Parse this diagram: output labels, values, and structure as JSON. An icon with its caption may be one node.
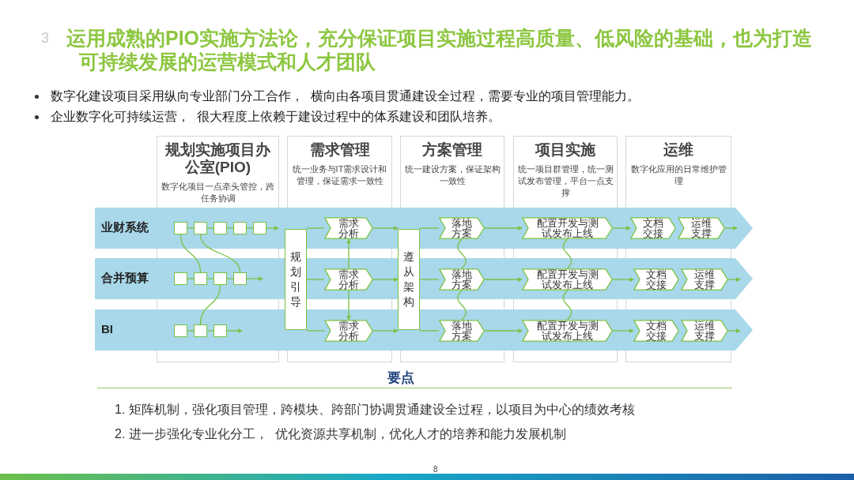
{
  "diagram": {
    "title": "运用成熟的PIO实施方法论，充分保证项目实施过程高质量、低风险的基础，也为打造可持续发展的运营模式和人才团队",
    "nodes": [
      {
        "text": [
          "规划实施项目办公室(PIO)",
          "数字化项目一点牵头管控，跨任务协调"
        ]
      },
      {
        "text": [
          "需求管理",
          "统一业务与IT需求设计和管理，保证需求一致性"
        ]
      },
      {
        "text": [
          "方案管理",
          "统一建设方案，保证架构一致性"
        ]
      },
      {
        "text": [
          "项目实施",
          "统一项目群管理，统一测试发布管理，平台一点支撑"
        ]
      },
      {
        "text": [
          "运维",
          "数字化应用的日常维护管理"
        ]
      },
      {
        "text": [
          "业财系统"
        ]
      },
      {
        "text": [],
        "shape": "box",
        "in": 5
      },
      {
        "text": [],
        "shape": "box",
        "in": 5
      },
      {
        "text": [],
        "shape": "box",
        "in": 5
      },
      {
        "text": [],
        "shape": "box",
        "in": 5
      },
      {
        "text": [],
        "shape": "box",
        "in": 5
      },
      {
        "text": [
          "合并预算"
        ]
      },
      {
        "text": [],
        "shape": "box",
        "in": 11
      },
      {
        "text": [],
        "shape": "box",
        "in": 11
      },
      {
        "text": [],
        "shape": "box",
        "in": 11
      },
      {
        "text": [],
        "shape": "box",
        "in": 11
      },
      {
        "text": [
          "BI"
        ]
      },
      {
        "text": [],
        "shape": "box",
        "in": 16
      },
      {
        "text": [],
        "shape": "box",
        "in": 16
      },
      {
        "text": [],
        "shape": "box",
        "in": 16
      },
      {
        "text": [
          "规划引导"
        ]
      },
      {
        "text": [
          "需求分析"
        ],
        "in": 5
      },
      {
        "text": [
          "需求分析"
        ],
        "in": 11
      },
      {
        "text": [
          "需求分析"
        ],
        "in": 16
      },
      {
        "text": [
          "遵从架构"
        ]
      },
      {
        "text": [
          "落地方案"
        ],
        "in": 5
      },
      {
        "text": [
          "落地方案"
        ],
        "in": 11
      },
      {
        "text": [
          "落地方案"
        ],
        "in": 16
      },
      {
        "text": [
          "配置开发与测试发布上线"
        ],
        "in": 5
      },
      {
        "text": [
          "配置开发与测试发布上线"
        ],
        "in": 11
      },
      {
        "text": [
          "配置开发与测试发布上线"
        ],
        "in": 16
      },
      {
        "text": [
          "文档交接"
        ],
        "in": 5
      },
      {
        "text": [
          "文档交接"
        ],
        "in": 11
      },
      {
        "text": [
          "文档交接"
        ],
        "in": 16
      },
      {
        "text": [
          "运维支撑"
        ],
        "in": 5
      },
      {
        "text": [
          "运维支撑"
        ],
        "in": 11
      },
      {
        "text": [
          "运维支撑"
        ],
        "in": 16
      }
    ],
    "edges": [
      {
        "from": 6,
        "to": 7,
        "arrow": "none"
      },
      {
        "from": 7,
        "to": 8,
        "arrow": "none"
      },
      {
        "from": 8,
        "to": 9,
        "arrow": "none"
      },
      {
        "from": 9,
        "to": 10,
        "arrow": "none"
      },
      {
        "from": 10,
        "to": null,
        "arrow": "to"
      },
      {
        "from": 12,
        "to": 13,
        "arrow": "none"
      },
      {
        "from": 13,
        "to": 14,
        "arrow": "none"
      },
      {
        "from": 14,
        "to": 15,
        "arrow": "none"
      },
      {
        "from": 15,
        "to": null,
        "arrow": "to"
      },
      {
        "from": 17,
        "to": 18,
        "arrow": "none"
      },
      {
        "from": 18,
        "to": 19,
        "arrow": "none"
      },
      {
        "from": 19,
        "to": null,
        "arrow": "to"
      },
      {
        "from": 6,
        "to": 13,
        "arrow": "none"
      },
      {
        "from": 7,
        "to": 15,
        "arrow": "none"
      },
      {
        "from": 14,
        "to": 18,
        "arrow": "none"
      },
      {
        "from": 20,
        "to": 21,
        "arrow": "none"
      },
      {
        "from": 20,
        "to": 22,
        "arrow": "none"
      },
      {
        "from": 20,
        "to": 23,
        "arrow": "none"
      },
      {
        "from": 22,
        "to": 21,
        "arrow": "to"
      },
      {
        "from": 22,
        "to": 23,
        "arrow": "to"
      },
      {
        "from": 21,
        "to": 24,
        "arrow": "to"
      },
      {
        "from": 22,
        "to": 24,
        "arrow": "to"
      },
      {
        "from": 23,
        "to": 24,
        "arrow": "to"
      },
      {
        "from": 24,
        "to": 25,
        "arrow": "none"
      },
      {
        "from": 24,
        "to": 26,
        "arrow": "none"
      },
      {
        "from": 24,
        "to": 27,
        "arrow": "none"
      },
      {
        "from": 25,
        "to": 26,
        "arrow": "none"
      },
      {
        "from": 26,
        "to": 27,
        "arrow": "none"
      },
      {
        "from": 25,
        "to": 28,
        "arrow": "to"
      },
      {
        "from": 26,
        "to": 29,
        "arrow": "to"
      },
      {
        "from": 27,
        "to": 30,
        "arrow": "to"
      },
      {
        "from": 28,
        "to": 29,
        "arrow": "none"
      },
      {
        "from": 29,
        "to": 30,
        "arrow": "none"
      },
      {
        "from": 28,
        "to": 31,
        "arrow": "to"
      },
      {
        "from": 29,
        "to": 32,
        "arrow": "to"
      },
      {
        "from": 30,
        "to": 33,
        "arrow": "to"
      },
      {
        "from": 34,
        "to": null,
        "arrow": "to"
      },
      {
        "from": 35,
        "to": null,
        "arrow": "to"
      },
      {
        "from": 36,
        "to": null,
        "arrow": "to"
      }
    ],
    "labels": [
      "3",
      "数字化建设项目采用纵向专业部门分工合作，  横向由各项目贯通建设全过程，需要专业的项目管理能力。",
      "企业数字化可持续运营，  很大程度上依赖于建设过程中的体系建设和团队培养。",
      "要点",
      "1. 矩阵机制，强化项目管理，跨模块、跨部门协调贯通建设全过程，以项目为中心的绩效考核",
      "2. 进一步强化专业化分工，  优化资源共享机制，优化人才的培养和能力发展机制",
      "8"
    ]
  }
}
